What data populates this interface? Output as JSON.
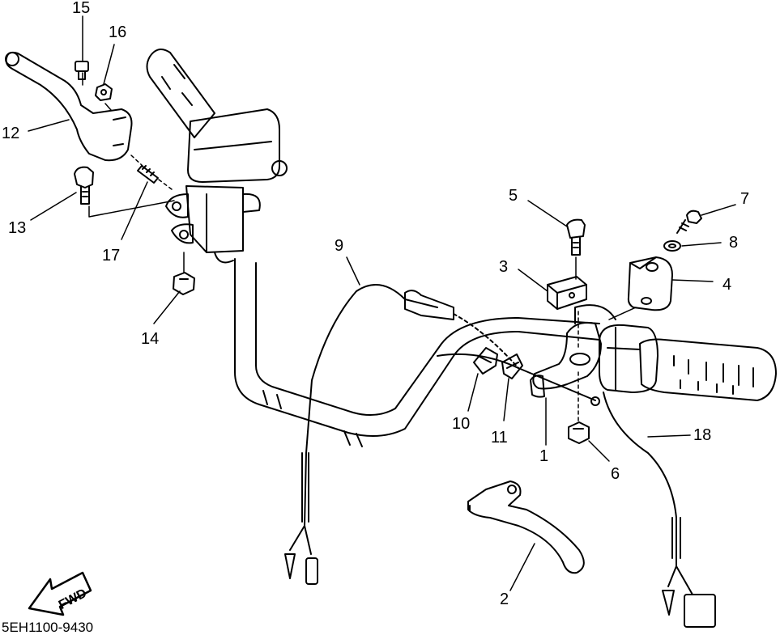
{
  "callouts": {
    "c1": "1",
    "c2": "2",
    "c3": "3",
    "c4": "4",
    "c5": "5",
    "c6": "6",
    "c7": "7",
    "c8": "8",
    "c9": "9",
    "c10": "10",
    "c11": "11",
    "c12": "12",
    "c13": "13",
    "c14": "14",
    "c15": "15",
    "c16": "16",
    "c17": "17",
    "c18": "18"
  },
  "fwd_label": "FWD",
  "diagram_code": "5EH1100-9430",
  "colors": {
    "ink": "#000000",
    "paper": "#ffffff"
  }
}
